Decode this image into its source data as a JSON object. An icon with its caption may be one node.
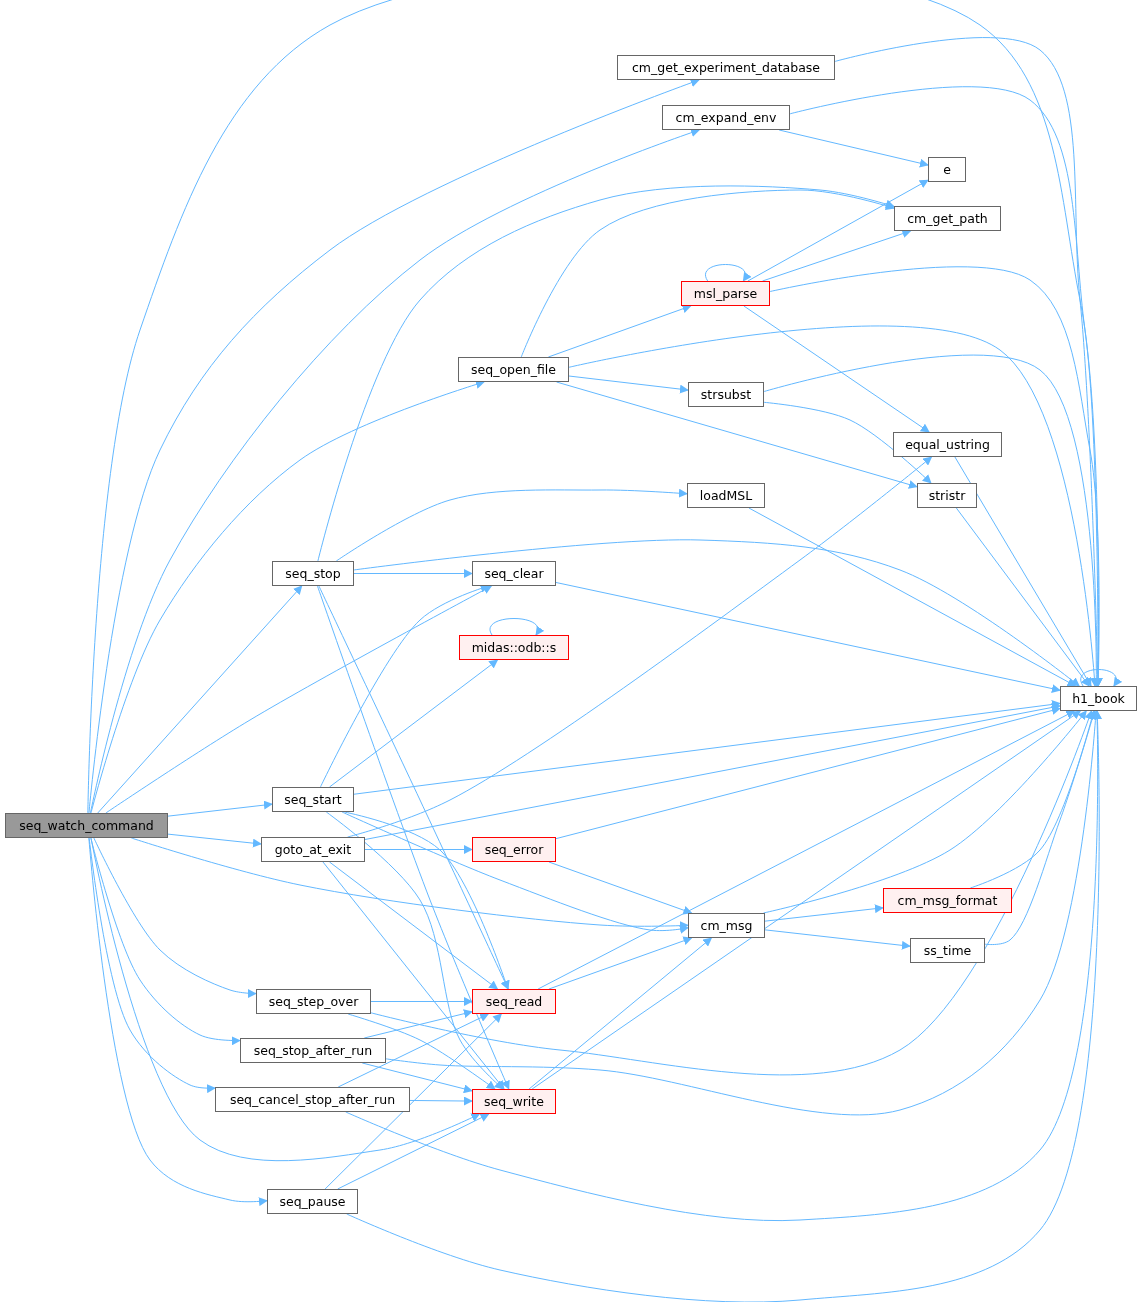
{
  "diagram": {
    "nodes": [
      {
        "text": [
          "seq_watch_command"
        ]
      },
      {
        "text": [
          "cm_get_experiment_database"
        ]
      },
      {
        "text": [
          "cm_expand_env"
        ]
      },
      {
        "text": [
          "e"
        ]
      },
      {
        "text": [
          "cm_get_path"
        ]
      },
      {
        "text": [
          "msl_parse"
        ]
      },
      {
        "text": [
          "seq_open_file"
        ]
      },
      {
        "text": [
          "strsubst"
        ]
      },
      {
        "text": [
          "equal_ustring"
        ]
      },
      {
        "text": [
          "stristr"
        ]
      },
      {
        "text": [
          "loadMSL"
        ]
      },
      {
        "text": [
          "seq_stop"
        ]
      },
      {
        "text": [
          "seq_clear"
        ]
      },
      {
        "text": [
          "midas::odb::s"
        ]
      },
      {
        "text": [
          "h1_book"
        ]
      },
      {
        "text": [
          "seq_start"
        ]
      },
      {
        "text": [
          "goto_at_exit"
        ]
      },
      {
        "text": [
          "seq_error"
        ]
      },
      {
        "text": [
          "cm_msg_format"
        ]
      },
      {
        "text": [
          "cm_msg"
        ]
      },
      {
        "text": [
          "ss_time"
        ]
      },
      {
        "text": [
          "seq_step_over"
        ]
      },
      {
        "text": [
          "seq_read"
        ]
      },
      {
        "text": [
          "seq_stop_after_run"
        ]
      },
      {
        "text": [
          "seq_cancel_stop_after_run"
        ]
      },
      {
        "text": [
          "seq_write"
        ]
      },
      {
        "text": [
          "seq_pause"
        ]
      }
    ],
    "edges": [
      {
        "from": 0,
        "to": 14,
        "arrow": "to"
      },
      {
        "from": 0,
        "to": 1,
        "arrow": "to"
      },
      {
        "from": 0,
        "to": 2,
        "arrow": "to"
      },
      {
        "from": 0,
        "to": 6,
        "arrow": "to"
      },
      {
        "from": 0,
        "to": 11,
        "arrow": "to"
      },
      {
        "from": 0,
        "to": 12,
        "arrow": "to"
      },
      {
        "from": 0,
        "to": 15,
        "arrow": "to"
      },
      {
        "from": 0,
        "to": 16,
        "arrow": "to"
      },
      {
        "from": 0,
        "to": 19,
        "arrow": "to"
      },
      {
        "from": 0,
        "to": 21,
        "arrow": "to"
      },
      {
        "from": 0,
        "to": 23,
        "arrow": "to"
      },
      {
        "from": 0,
        "to": 24,
        "arrow": "to"
      },
      {
        "from": 0,
        "to": 25,
        "arrow": "to"
      },
      {
        "from": 0,
        "to": 26,
        "arrow": "to"
      },
      {
        "from": 1,
        "to": 14,
        "arrow": "to"
      },
      {
        "from": 2,
        "to": 3,
        "arrow": "to"
      },
      {
        "from": 2,
        "to": 14,
        "arrow": "to"
      },
      {
        "from": 5,
        "to": 5,
        "arrow": "to"
      },
      {
        "from": 5,
        "to": 3,
        "arrow": "to"
      },
      {
        "from": 5,
        "to": 4,
        "arrow": "to"
      },
      {
        "from": 5,
        "to": 14,
        "arrow": "to"
      },
      {
        "from": 5,
        "to": 8,
        "arrow": "to"
      },
      {
        "from": 6,
        "to": 4,
        "arrow": "to"
      },
      {
        "from": 6,
        "to": 5,
        "arrow": "to"
      },
      {
        "from": 6,
        "to": 14,
        "arrow": "to"
      },
      {
        "from": 6,
        "to": 7,
        "arrow": "to"
      },
      {
        "from": 6,
        "to": 9,
        "arrow": "to"
      },
      {
        "from": 7,
        "to": 14,
        "arrow": "to"
      },
      {
        "from": 7,
        "to": 9,
        "arrow": "to"
      },
      {
        "from": 8,
        "to": 14,
        "arrow": "to"
      },
      {
        "from": 9,
        "to": 14,
        "arrow": "to"
      },
      {
        "from": 10,
        "to": 14,
        "arrow": "to"
      },
      {
        "from": 11,
        "to": 4,
        "arrow": "to"
      },
      {
        "from": 11,
        "to": 10,
        "arrow": "to"
      },
      {
        "from": 11,
        "to": 12,
        "arrow": "to"
      },
      {
        "from": 11,
        "to": 14,
        "arrow": "to"
      },
      {
        "from": 11,
        "to": 22,
        "arrow": "to"
      },
      {
        "from": 11,
        "to": 25,
        "arrow": "to"
      },
      {
        "from": 12,
        "to": 14,
        "arrow": "to"
      },
      {
        "from": 13,
        "to": 13,
        "arrow": "to"
      },
      {
        "from": 14,
        "to": 14,
        "arrow": "to"
      },
      {
        "from": 15,
        "to": 12,
        "arrow": "to"
      },
      {
        "from": 15,
        "to": 13,
        "arrow": "to"
      },
      {
        "from": 15,
        "to": 14,
        "arrow": "to"
      },
      {
        "from": 15,
        "to": 22,
        "arrow": "to"
      },
      {
        "from": 15,
        "to": 25,
        "arrow": "to"
      },
      {
        "from": 15,
        "to": 19,
        "arrow": "to"
      },
      {
        "from": 16,
        "to": 8,
        "arrow": "to"
      },
      {
        "from": 16,
        "to": 14,
        "arrow": "to"
      },
      {
        "from": 16,
        "to": 17,
        "arrow": "to"
      },
      {
        "from": 16,
        "to": 22,
        "arrow": "to"
      },
      {
        "from": 16,
        "to": 25,
        "arrow": "to"
      },
      {
        "from": 17,
        "to": 14,
        "arrow": "to"
      },
      {
        "from": 17,
        "to": 19,
        "arrow": "to"
      },
      {
        "from": 19,
        "to": 14,
        "arrow": "to"
      },
      {
        "from": 19,
        "to": 18,
        "arrow": "to"
      },
      {
        "from": 19,
        "to": 20,
        "arrow": "to"
      },
      {
        "from": 18,
        "to": 14,
        "arrow": "to"
      },
      {
        "from": 20,
        "to": 14,
        "arrow": "to"
      },
      {
        "from": 21,
        "to": 22,
        "arrow": "to"
      },
      {
        "from": 21,
        "to": 14,
        "arrow": "to"
      },
      {
        "from": 21,
        "to": 25,
        "arrow": "to"
      },
      {
        "from": 22,
        "to": 19,
        "arrow": "to"
      },
      {
        "from": 22,
        "to": 14,
        "arrow": "to"
      },
      {
        "from": 23,
        "to": 22,
        "arrow": "to"
      },
      {
        "from": 23,
        "to": 25,
        "arrow": "to"
      },
      {
        "from": 23,
        "to": 14,
        "arrow": "to"
      },
      {
        "from": 24,
        "to": 22,
        "arrow": "to"
      },
      {
        "from": 24,
        "to": 25,
        "arrow": "to"
      },
      {
        "from": 24,
        "to": 14,
        "arrow": "to"
      },
      {
        "from": 25,
        "to": 19,
        "arrow": "to"
      },
      {
        "from": 25,
        "to": 14,
        "arrow": "to"
      },
      {
        "from": 26,
        "to": 22,
        "arrow": "to"
      },
      {
        "from": 26,
        "to": 25,
        "arrow": "to"
      },
      {
        "from": 26,
        "to": 14,
        "arrow": "to"
      }
    ]
  }
}
